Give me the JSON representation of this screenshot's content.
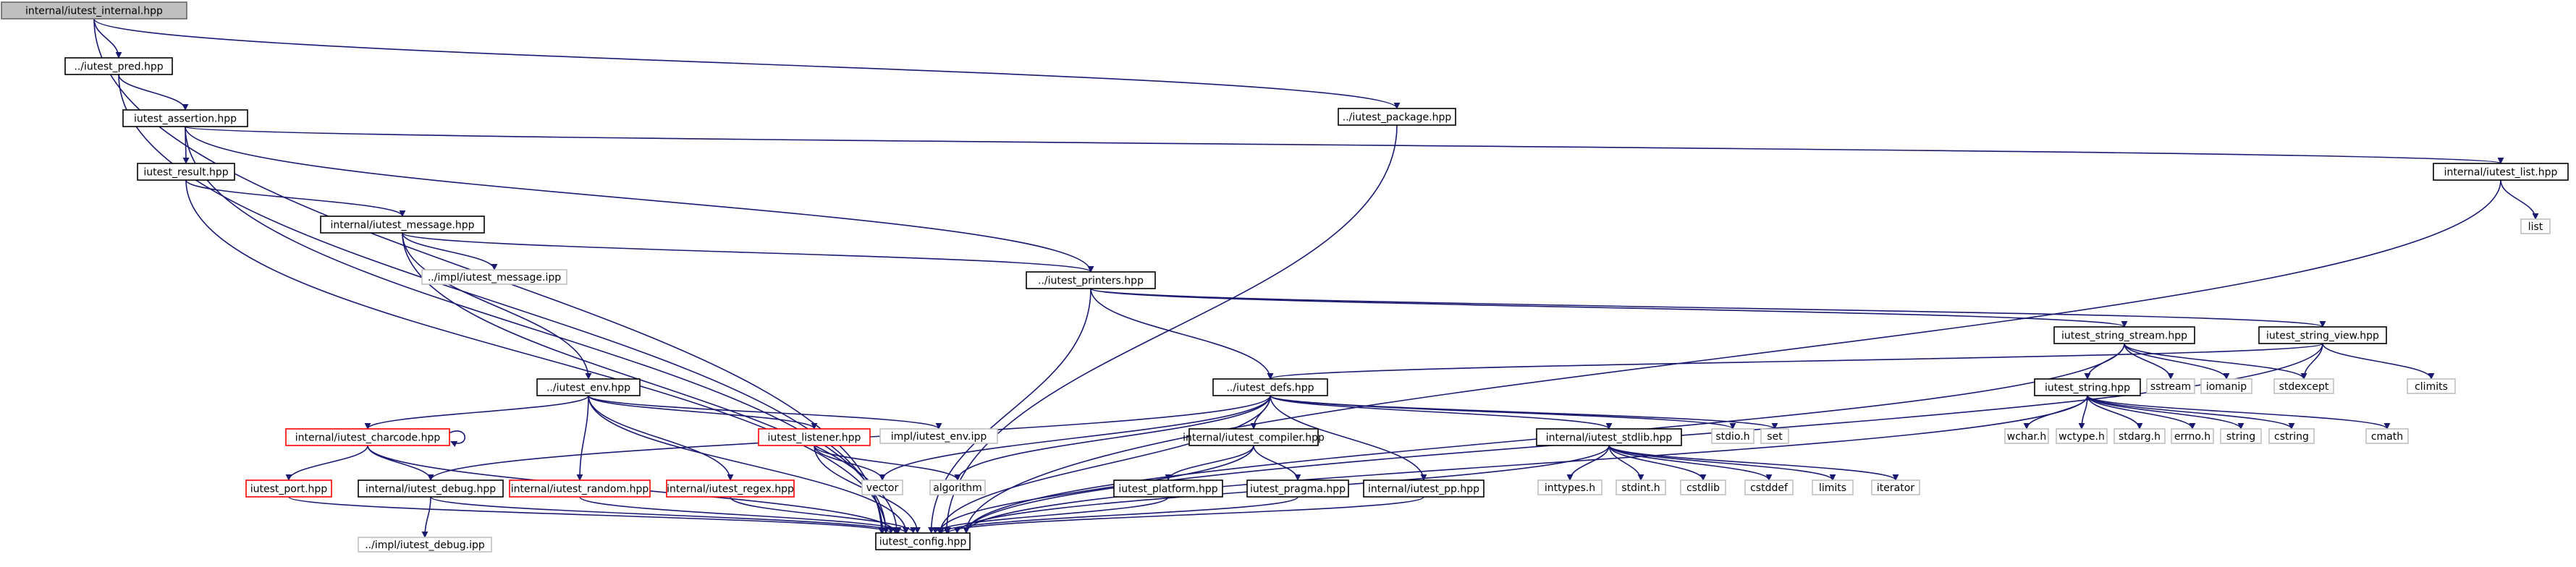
{
  "graph": {
    "root": "internal/iutest_internal.hpp",
    "colors": {
      "edge": "#191970",
      "node_border": "#000000",
      "node_missing_border": "#bfbfbf",
      "node_missing_text": "#595959",
      "node_truncated_border": "#ff0000",
      "root_fill": "#bfbfbf",
      "node_fill": "#ffffff"
    },
    "nodes": [
      {
        "id": "n0",
        "label": "internal/iutest_internal.hpp",
        "style": "root"
      },
      {
        "id": "n1",
        "label": "../iutest_pred.hpp",
        "style": "normal"
      },
      {
        "id": "n2",
        "label": "../iutest_package.hpp",
        "style": "normal"
      },
      {
        "id": "n3",
        "label": "iutest_assertion.hpp",
        "style": "normal"
      },
      {
        "id": "n4",
        "label": "internal/iutest_list.hpp",
        "style": "normal"
      },
      {
        "id": "n5",
        "label": "list",
        "style": "missing"
      },
      {
        "id": "n6",
        "label": "iutest_result.hpp",
        "style": "normal"
      },
      {
        "id": "n7",
        "label": "internal/iutest_message.hpp",
        "style": "normal"
      },
      {
        "id": "n8",
        "label": "../impl/iutest_message.ipp",
        "style": "missing"
      },
      {
        "id": "n9",
        "label": "../iutest_printers.hpp",
        "style": "normal"
      },
      {
        "id": "n10",
        "label": "iutest_string_stream.hpp",
        "style": "normal"
      },
      {
        "id": "n11",
        "label": "iutest_string_view.hpp",
        "style": "normal"
      },
      {
        "id": "n12",
        "label": "../iutest_defs.hpp",
        "style": "normal"
      },
      {
        "id": "n13",
        "label": "../iutest_env.hpp",
        "style": "normal"
      },
      {
        "id": "n14",
        "label": "iutest_string.hpp",
        "style": "normal"
      },
      {
        "id": "n15",
        "label": "sstream",
        "style": "missing"
      },
      {
        "id": "n16",
        "label": "iomanip",
        "style": "missing"
      },
      {
        "id": "n17",
        "label": "stdexcept",
        "style": "missing"
      },
      {
        "id": "n18",
        "label": "climits",
        "style": "missing"
      },
      {
        "id": "n19",
        "label": "internal/iutest_charcode.hpp",
        "style": "truncated"
      },
      {
        "id": "n20",
        "label": "iutest_listener.hpp",
        "style": "truncated"
      },
      {
        "id": "n21",
        "label": "impl/iutest_env.ipp",
        "style": "missing"
      },
      {
        "id": "n22",
        "label": "internal/iutest_compiler.hpp",
        "style": "normal"
      },
      {
        "id": "n23",
        "label": "internal/iutest_stdlib.hpp",
        "style": "normal"
      },
      {
        "id": "n24",
        "label": "stdio.h",
        "style": "missing"
      },
      {
        "id": "n25",
        "label": "set",
        "style": "missing"
      },
      {
        "id": "n26",
        "label": "wchar.h",
        "style": "missing"
      },
      {
        "id": "n27",
        "label": "wctype.h",
        "style": "missing"
      },
      {
        "id": "n28",
        "label": "stdarg.h",
        "style": "missing"
      },
      {
        "id": "n29",
        "label": "errno.h",
        "style": "missing"
      },
      {
        "id": "n30",
        "label": "string",
        "style": "missing"
      },
      {
        "id": "n31",
        "label": "cstring",
        "style": "missing"
      },
      {
        "id": "n32",
        "label": "cmath",
        "style": "missing"
      },
      {
        "id": "n33",
        "label": "iutest_port.hpp",
        "style": "truncated"
      },
      {
        "id": "n34",
        "label": "internal/iutest_debug.hpp",
        "style": "normal"
      },
      {
        "id": "n35",
        "label": "internal/iutest_random.hpp",
        "style": "truncated"
      },
      {
        "id": "n36",
        "label": "internal/iutest_regex.hpp",
        "style": "truncated"
      },
      {
        "id": "n37",
        "label": "vector",
        "style": "missing"
      },
      {
        "id": "n38",
        "label": "algorithm",
        "style": "missing"
      },
      {
        "id": "n39",
        "label": "iutest_platform.hpp",
        "style": "normal"
      },
      {
        "id": "n40",
        "label": "iutest_pragma.hpp",
        "style": "normal"
      },
      {
        "id": "n41",
        "label": "internal/iutest_pp.hpp",
        "style": "normal"
      },
      {
        "id": "n42",
        "label": "inttypes.h",
        "style": "missing"
      },
      {
        "id": "n43",
        "label": "stdint.h",
        "style": "missing"
      },
      {
        "id": "n44",
        "label": "cstdlib",
        "style": "missing"
      },
      {
        "id": "n45",
        "label": "cstddef",
        "style": "missing"
      },
      {
        "id": "n46",
        "label": "limits",
        "style": "missing"
      },
      {
        "id": "n47",
        "label": "iterator",
        "style": "missing"
      },
      {
        "id": "n48",
        "label": "../impl/iutest_debug.ipp",
        "style": "missing"
      },
      {
        "id": "n49",
        "label": "iutest_config.hpp",
        "style": "normal"
      }
    ],
    "edges": [
      [
        "n0",
        "n1"
      ],
      [
        "n0",
        "n2"
      ],
      [
        "n0",
        "n49"
      ],
      [
        "n1",
        "n3"
      ],
      [
        "n1",
        "n49"
      ],
      [
        "n2",
        "n49"
      ],
      [
        "n3",
        "n4"
      ],
      [
        "n3",
        "n6"
      ],
      [
        "n3",
        "n9"
      ],
      [
        "n3",
        "n49"
      ],
      [
        "n4",
        "n5"
      ],
      [
        "n4",
        "n49"
      ],
      [
        "n6",
        "n7"
      ],
      [
        "n6",
        "n49"
      ],
      [
        "n7",
        "n8"
      ],
      [
        "n7",
        "n9"
      ],
      [
        "n7",
        "n13"
      ],
      [
        "n7",
        "n49"
      ],
      [
        "n9",
        "n10"
      ],
      [
        "n9",
        "n11"
      ],
      [
        "n9",
        "n12"
      ],
      [
        "n9",
        "n49"
      ],
      [
        "n10",
        "n14"
      ],
      [
        "n10",
        "n15"
      ],
      [
        "n10",
        "n16"
      ],
      [
        "n10",
        "n17"
      ],
      [
        "n10",
        "n49"
      ],
      [
        "n11",
        "n12"
      ],
      [
        "n11",
        "n17"
      ],
      [
        "n11",
        "n18"
      ],
      [
        "n11",
        "n49"
      ],
      [
        "n12",
        "n22"
      ],
      [
        "n12",
        "n23"
      ],
      [
        "n12",
        "n24"
      ],
      [
        "n12",
        "n25"
      ],
      [
        "n12",
        "n34"
      ],
      [
        "n12",
        "n37"
      ],
      [
        "n12",
        "n38"
      ],
      [
        "n12",
        "n41"
      ],
      [
        "n12",
        "n49"
      ],
      [
        "n13",
        "n19"
      ],
      [
        "n13",
        "n20"
      ],
      [
        "n13",
        "n21"
      ],
      [
        "n13",
        "n35"
      ],
      [
        "n13",
        "n36"
      ],
      [
        "n13",
        "n49"
      ],
      [
        "n14",
        "n26"
      ],
      [
        "n14",
        "n27"
      ],
      [
        "n14",
        "n28"
      ],
      [
        "n14",
        "n29"
      ],
      [
        "n14",
        "n30"
      ],
      [
        "n14",
        "n31"
      ],
      [
        "n14",
        "n32"
      ],
      [
        "n14",
        "n49"
      ],
      [
        "n19",
        "n19"
      ],
      [
        "n19",
        "n33"
      ],
      [
        "n19",
        "n34"
      ],
      [
        "n19",
        "n49"
      ],
      [
        "n20",
        "n37"
      ],
      [
        "n20",
        "n38"
      ],
      [
        "n20",
        "n49"
      ],
      [
        "n22",
        "n39"
      ],
      [
        "n22",
        "n40"
      ],
      [
        "n22",
        "n49"
      ],
      [
        "n23",
        "n42"
      ],
      [
        "n23",
        "n43"
      ],
      [
        "n23",
        "n44"
      ],
      [
        "n23",
        "n45"
      ],
      [
        "n23",
        "n46"
      ],
      [
        "n23",
        "n47"
      ],
      [
        "n23",
        "n49"
      ],
      [
        "n33",
        "n49"
      ],
      [
        "n34",
        "n48"
      ],
      [
        "n34",
        "n49"
      ],
      [
        "n35",
        "n49"
      ],
      [
        "n36",
        "n49"
      ],
      [
        "n39",
        "n49"
      ],
      [
        "n40",
        "n49"
      ],
      [
        "n41",
        "n49"
      ]
    ]
  }
}
